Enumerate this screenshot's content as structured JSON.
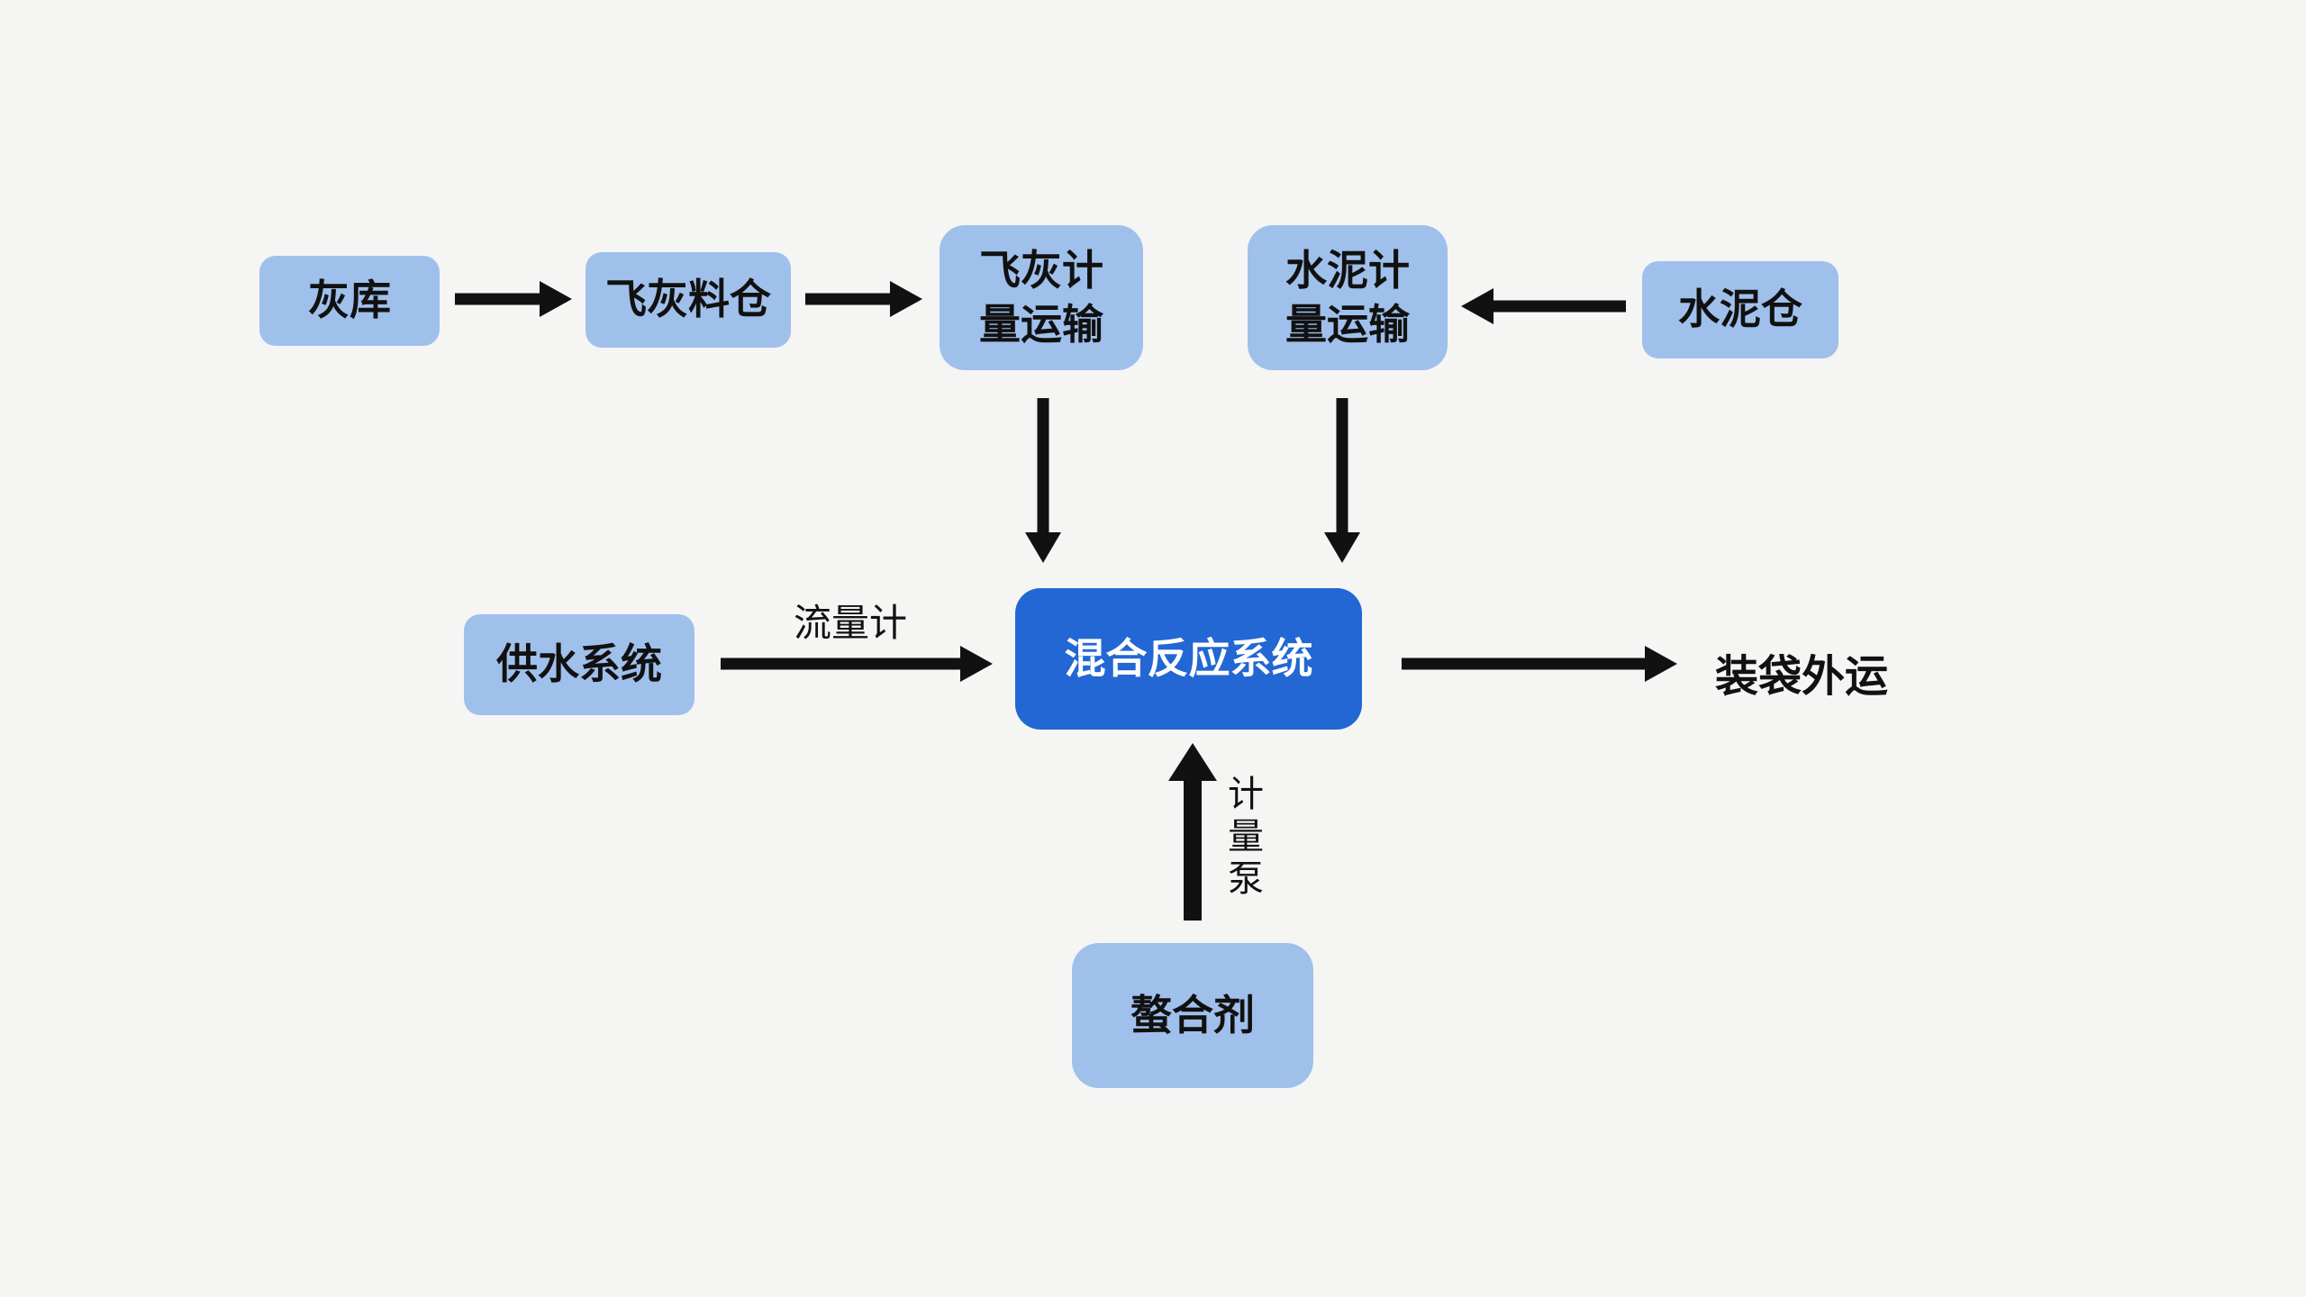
{
  "theme": {
    "canvas_bg": "#f5f5f4",
    "node_fill": "#a0c0ec",
    "node_text": "#111111",
    "primary_fill": "#2267d3",
    "primary_text": "#ffffff",
    "arrow_color": "#111111",
    "label_text": "#111111"
  },
  "nodes": {
    "ash_warehouse": {
      "label": "灰库"
    },
    "fly_ash_silo": {
      "label": "飞灰料仓"
    },
    "fly_ash_metering": {
      "lines": [
        "飞灰计",
        "量运输"
      ]
    },
    "cement_metering": {
      "lines": [
        "水泥计",
        "量运输"
      ]
    },
    "cement_silo": {
      "label": "水泥仓"
    },
    "water_supply": {
      "label": "供水系统"
    },
    "mixing_reaction": {
      "label": "混合反应系统"
    },
    "chelating_agent": {
      "label": "螯合剂"
    }
  },
  "edge_labels": {
    "flow_meter": "流量计",
    "metering_pump": "计量泵"
  },
  "outputs": {
    "bagging_transport": "装袋外运"
  }
}
